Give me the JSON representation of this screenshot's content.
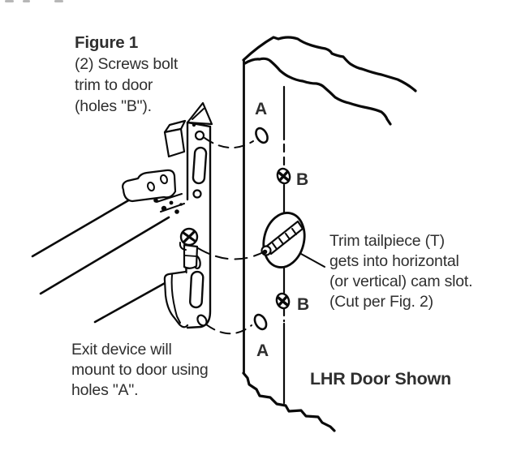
{
  "colors": {
    "background": "#ffffff",
    "line": "#0a0a0a",
    "text": "#2f2f2f"
  },
  "figure": {
    "title": "Figure 1",
    "screws_note": [
      "(2) Screws bolt",
      "trim to door",
      "(holes \"B\")."
    ],
    "tailpiece_note": [
      "Trim tailpiece (T)",
      "gets into horizontal",
      "(or vertical) cam slot.",
      "(Cut per Fig. 2)"
    ],
    "exit_device_note": [
      "Exit device will",
      "mount to door using",
      "holes \"A\"."
    ],
    "door_note": "LHR Door Shown",
    "labels": {
      "a_top": "A",
      "b_top": "B",
      "b_bottom": "B",
      "a_bottom": "A"
    }
  }
}
